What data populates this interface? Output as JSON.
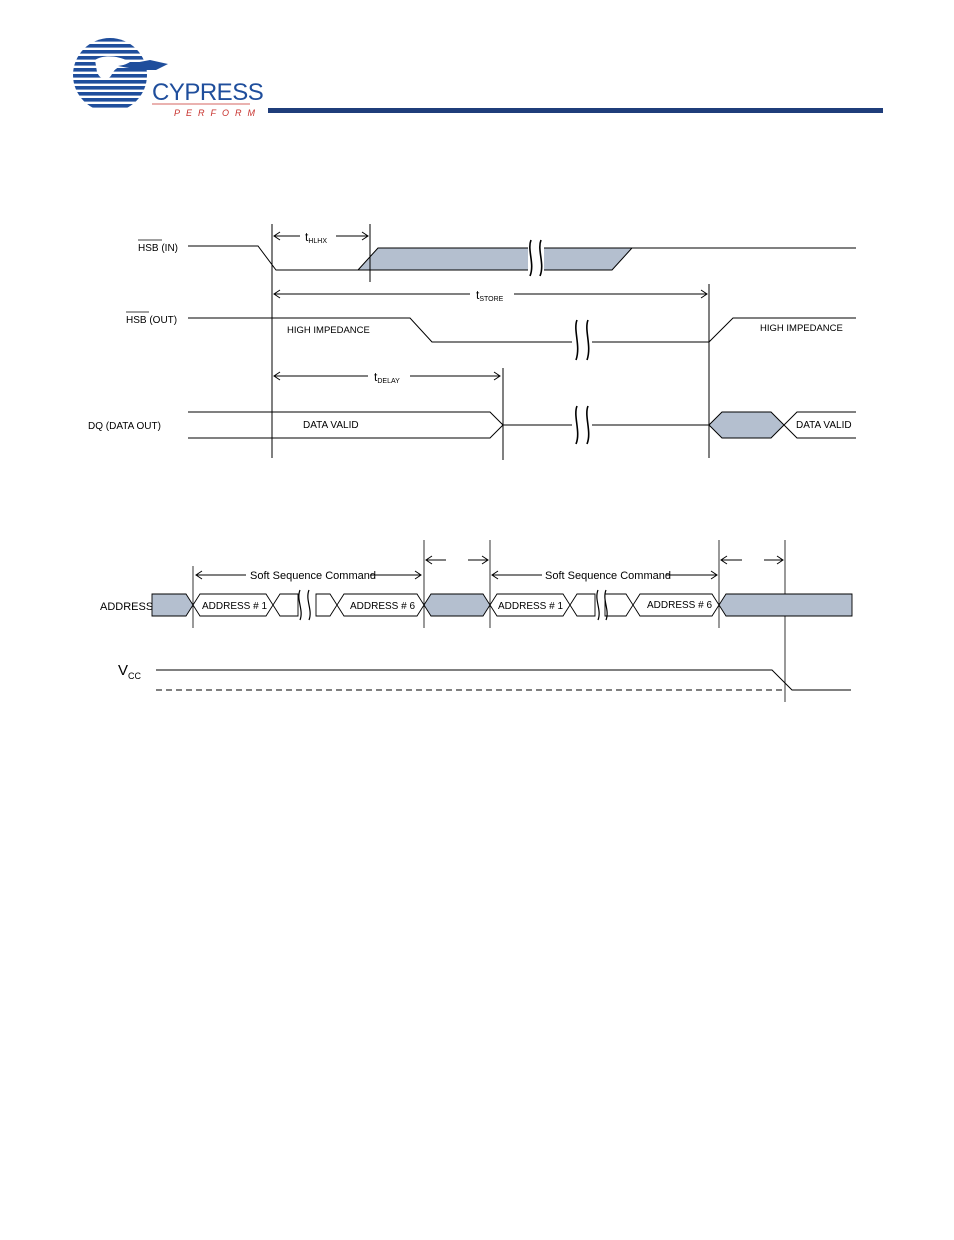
{
  "header": {
    "logo_word": "CYPRESS",
    "logo_tagline": "PERFORM",
    "rule_color": "#1f3d7a"
  },
  "hsb_diagram": {
    "signals": {
      "hsb_in": {
        "name": "HSB",
        "suffix": " (IN)"
      },
      "hsb_out": {
        "name": "HSB",
        "suffix": " (OUT)"
      },
      "dq": {
        "label": "DQ (DATA OUT)"
      }
    },
    "timings": {
      "thlhx": {
        "t": "t",
        "sub": "HLHX"
      },
      "tstore": {
        "t": "t",
        "sub": "STORE"
      },
      "tdelay": {
        "t": "t",
        "sub": "DELAY"
      }
    },
    "labels": {
      "high_impedance_1": "HIGH IMPEDANCE",
      "high_impedance_2": "HIGH IMPEDANCE",
      "data_valid_1": "DATA VALID",
      "data_valid_2": "DATA VALID"
    }
  },
  "soft_sequence_diagram": {
    "signals": {
      "address": {
        "label": "ADDRESS"
      },
      "vcc": {
        "v": "V",
        "sub": "CC"
      }
    },
    "labels": {
      "soft_seq_1": "Soft Sequence Command",
      "soft_seq_2": "Soft Sequence Command",
      "addr1_a": "ADDRESS # 1",
      "addr6_a": "ADDRESS # 6",
      "addr1_b": "ADDRESS # 1",
      "addr6_b": "ADDRESS # 6"
    }
  },
  "colors": {
    "shade": "#b4bfcf",
    "logo_blue": "#1f4e9c",
    "tagline_red": "#c8322e"
  }
}
